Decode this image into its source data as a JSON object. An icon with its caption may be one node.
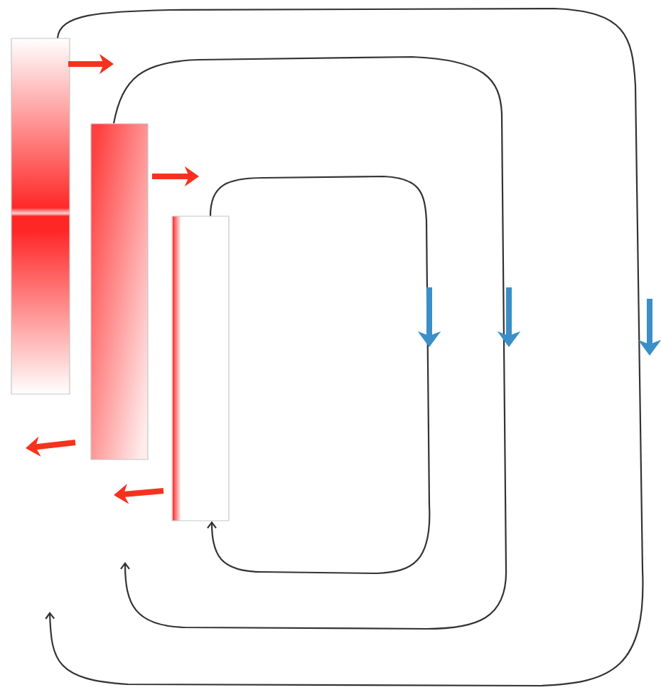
{
  "diagram": {
    "nodes": [
      {
        "text": [],
        "shape": "bar"
      },
      {
        "text": [],
        "shape": "bar"
      },
      {
        "text": [],
        "shape": "bar"
      }
    ],
    "edges": [
      {
        "from": 0,
        "to": null,
        "arrow": "to"
      },
      {
        "from": 1,
        "to": null,
        "arrow": "to"
      },
      {
        "from": 2,
        "to": 2,
        "arrow": "to"
      }
    ]
  }
}
